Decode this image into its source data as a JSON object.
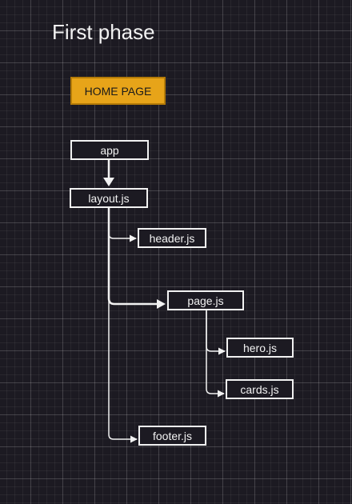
{
  "title": "First phase",
  "home_label": "HOME PAGE",
  "nodes": {
    "app": "app",
    "layout": "layout.js",
    "header": "header.js",
    "page": "page.js",
    "hero": "hero.js",
    "cards": "cards.js",
    "footer": "footer.js"
  },
  "colors": {
    "background": "#1c1a22",
    "stroke": "#f2f2f2",
    "home_fill": "#e7a419"
  }
}
